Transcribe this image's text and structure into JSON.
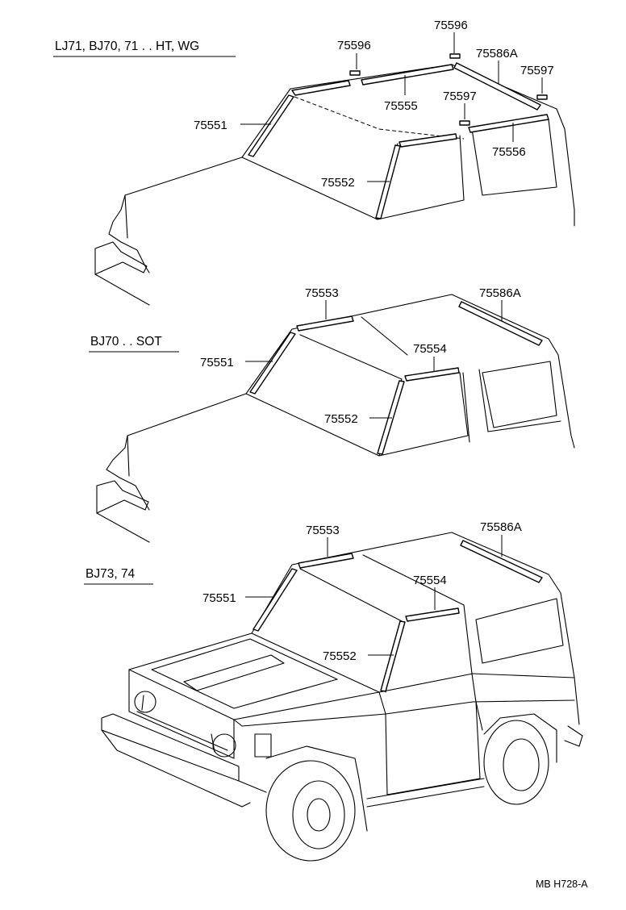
{
  "sections": [
    {
      "title": "LJ71, BJ70, 71 . . HT, WG",
      "labels": [
        "75596",
        "75596",
        "75586A",
        "75597",
        "75555",
        "75597",
        "75551",
        "75556",
        "75552"
      ]
    },
    {
      "title": "BJ70 . . SOT",
      "labels": [
        "75553",
        "75586A",
        "75551",
        "75554",
        "75552"
      ]
    },
    {
      "title": "BJ73, 74",
      "labels": [
        "75553",
        "75586A",
        "75551",
        "75554",
        "75552"
      ]
    }
  ],
  "footer": {
    "code": "MB  H728-A"
  }
}
